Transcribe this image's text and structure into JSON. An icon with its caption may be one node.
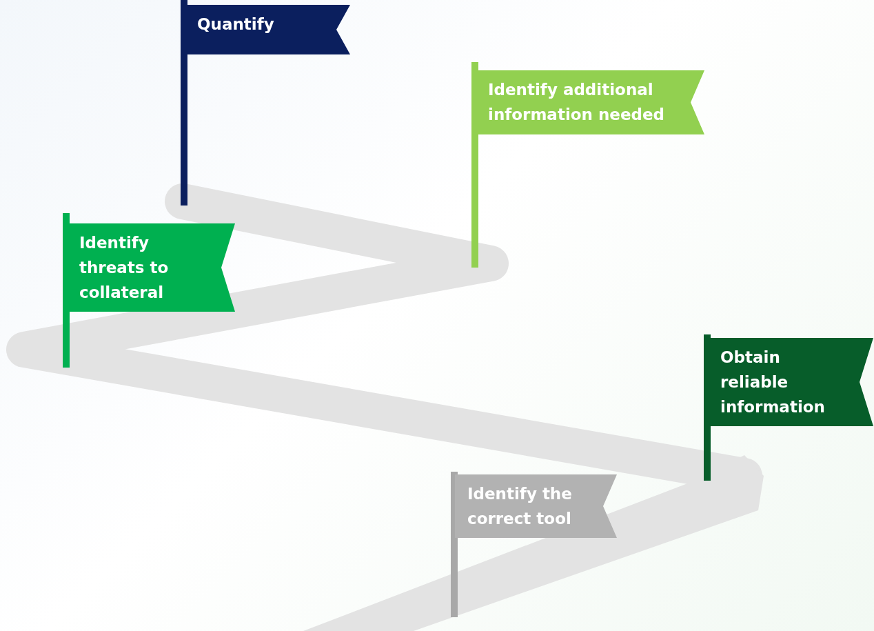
{
  "diagram": {
    "nodes": [
      {
        "text": [
          "Quantify"
        ]
      },
      {
        "text": [
          "Identify additional information needed"
        ]
      },
      {
        "text": [
          "Identify threats to collateral"
        ]
      },
      {
        "text": [
          "Obtain reliable information"
        ]
      },
      {
        "text": [
          "Identify the correct tool"
        ]
      }
    ]
  }
}
